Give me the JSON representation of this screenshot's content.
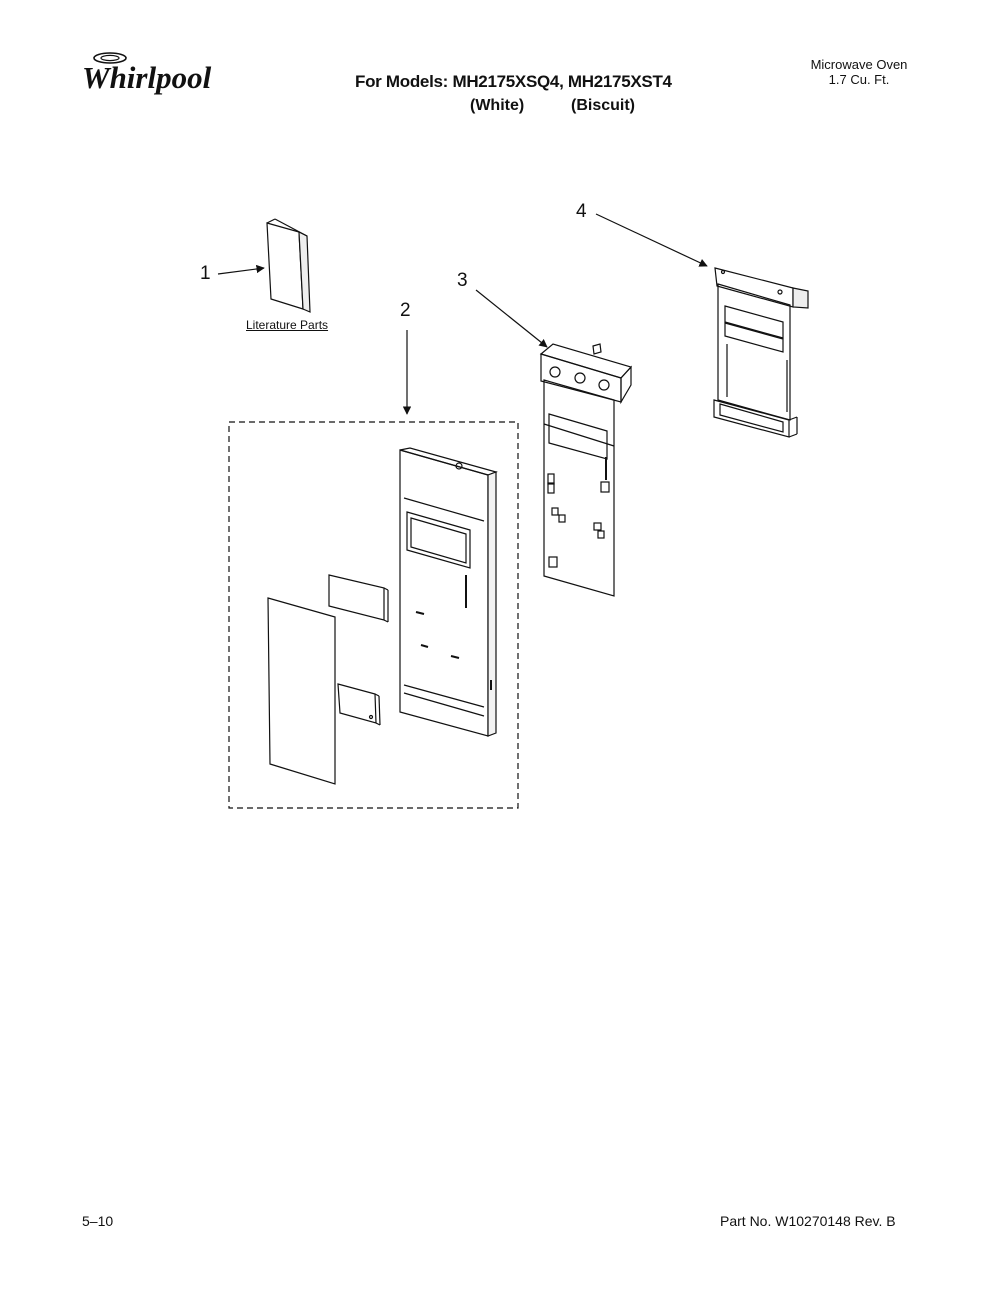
{
  "header": {
    "brand": "Whirlpool",
    "models_line": "For Models: MH2175XSQ4, MH2175XST4",
    "variant_white": "(White)",
    "variant_biscuit": "(Biscuit)",
    "product_line1": "Microwave Oven",
    "product_line2": "1.7 Cu. Ft."
  },
  "diagram": {
    "callouts": [
      "1",
      "2",
      "3",
      "4"
    ],
    "literature_label": "Literature Parts"
  },
  "footer": {
    "page": "5–10",
    "part_no": "Part No. W10270148 Rev. B"
  }
}
